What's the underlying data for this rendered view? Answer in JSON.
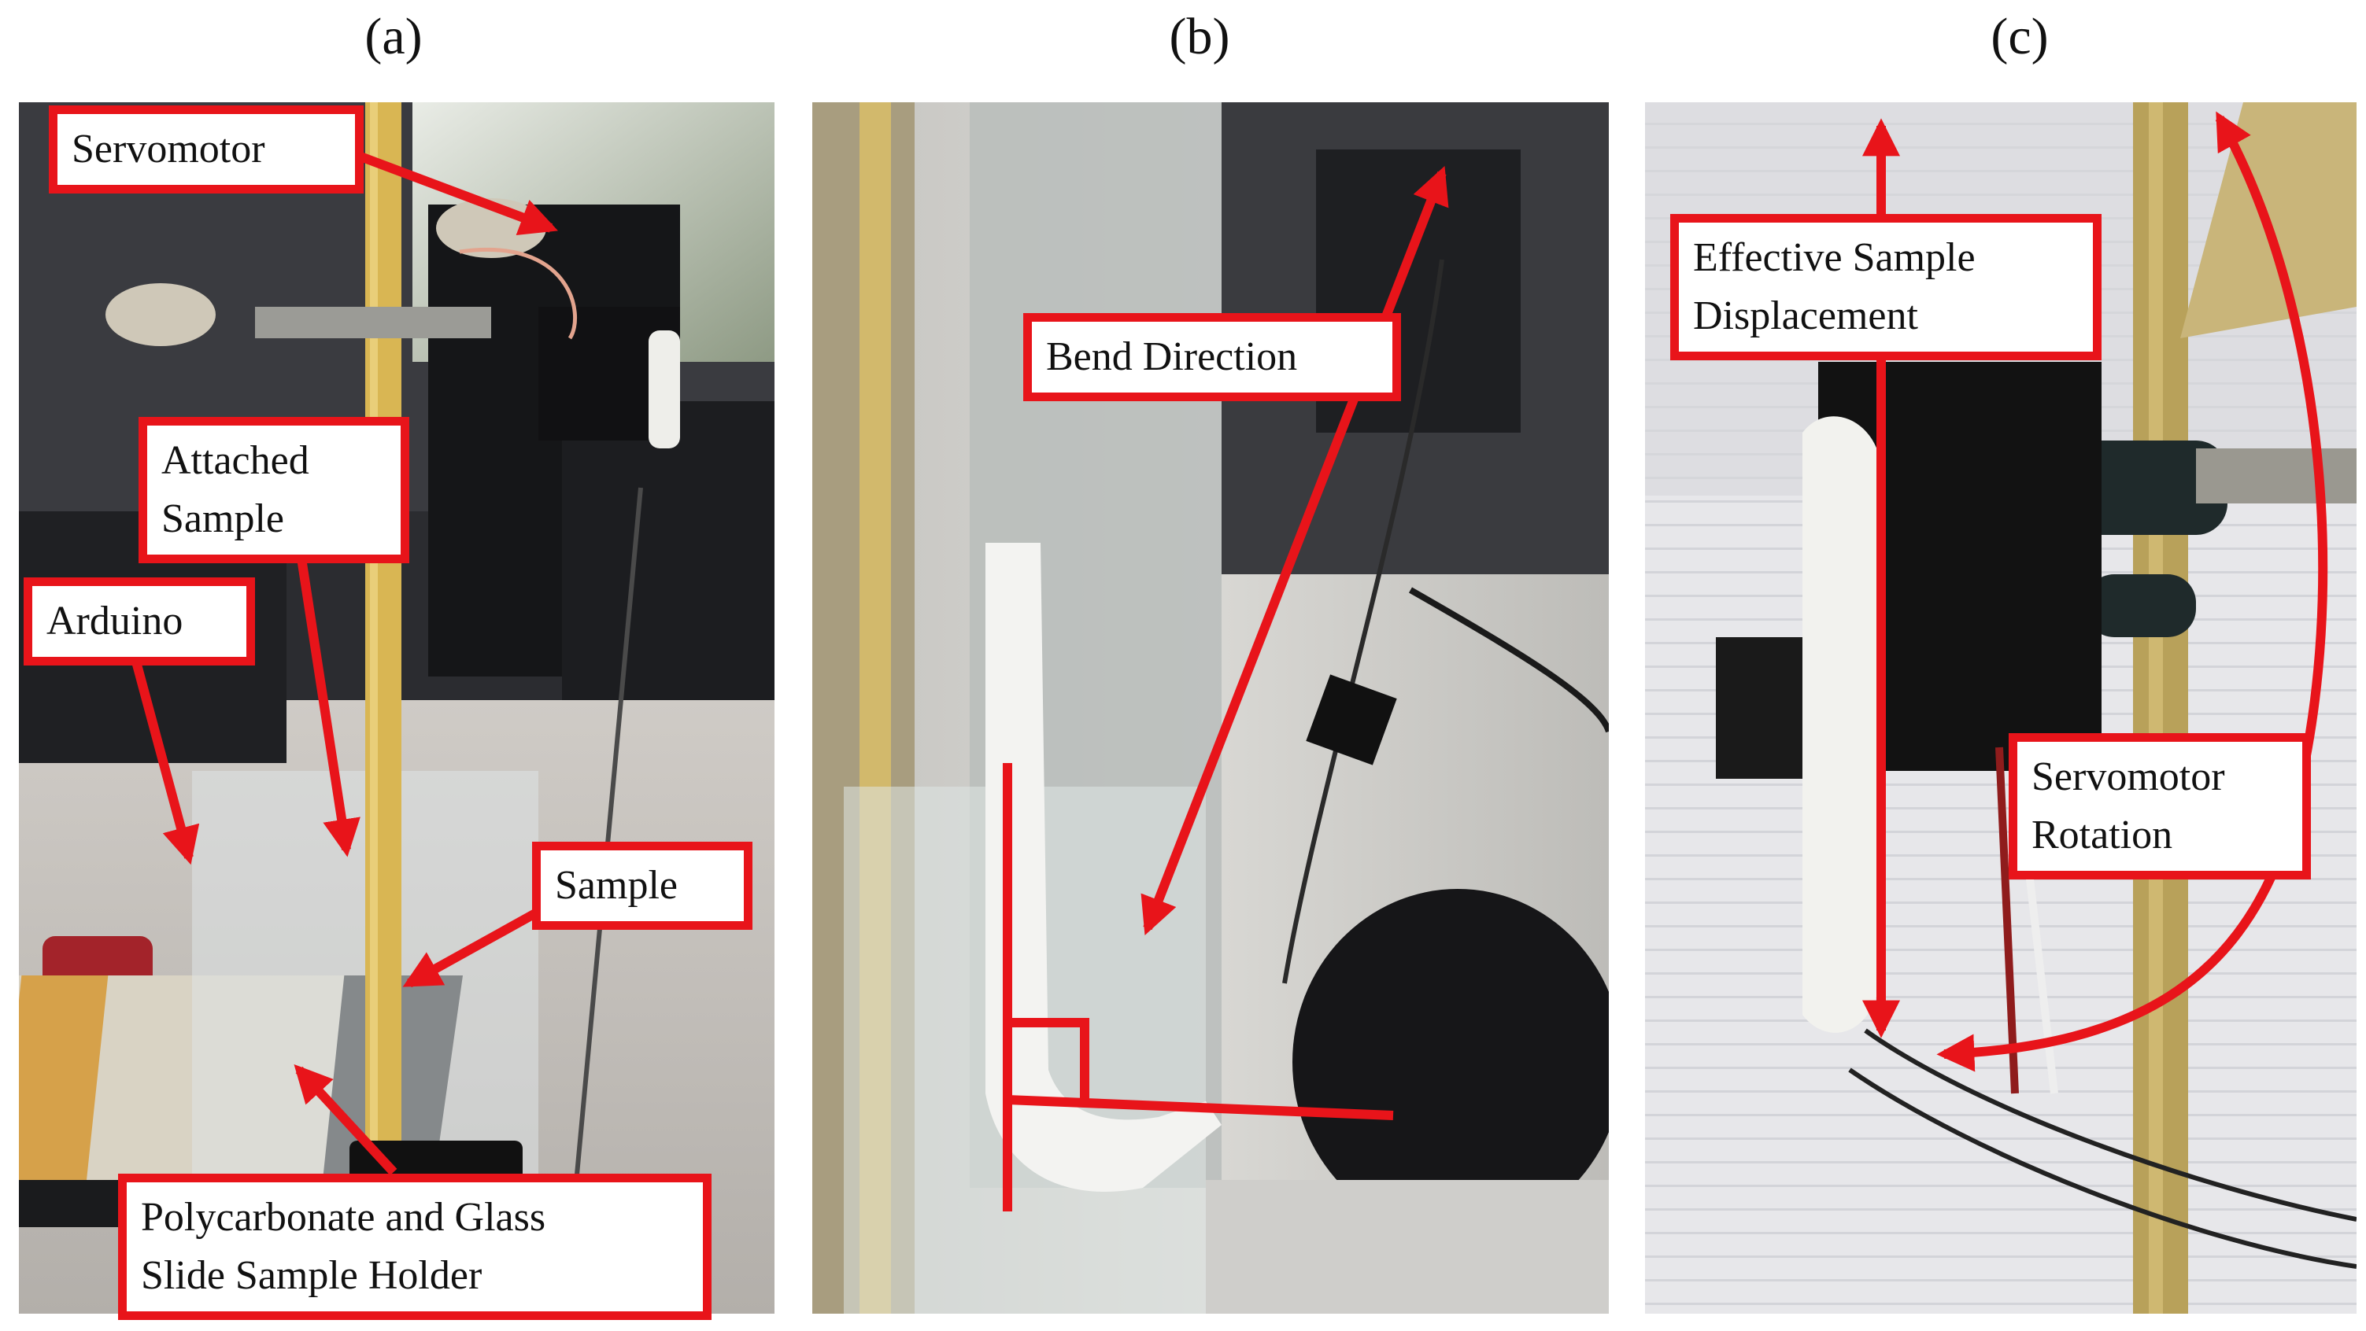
{
  "panels": {
    "a": {
      "letter": "(a)",
      "labels": {
        "servomotor": "Servomotor",
        "attached_line1": "Attached",
        "attached_line2": "Sample",
        "arduino": "Arduino",
        "sample": "Sample",
        "holder_line1": "Polycarbonate and Glass",
        "holder_line2": "Slide Sample Holder"
      }
    },
    "b": {
      "letter": "(b)",
      "labels": {
        "bend_direction": "Bend Direction"
      }
    },
    "c": {
      "letter": "(c)",
      "labels": {
        "displacement_line1": "Effective Sample",
        "displacement_line2": "Displacement",
        "rotation_line1": "Servomotor",
        "rotation_line2": "Rotation"
      }
    }
  },
  "colors": {
    "annotation_red": "#e8141a"
  }
}
